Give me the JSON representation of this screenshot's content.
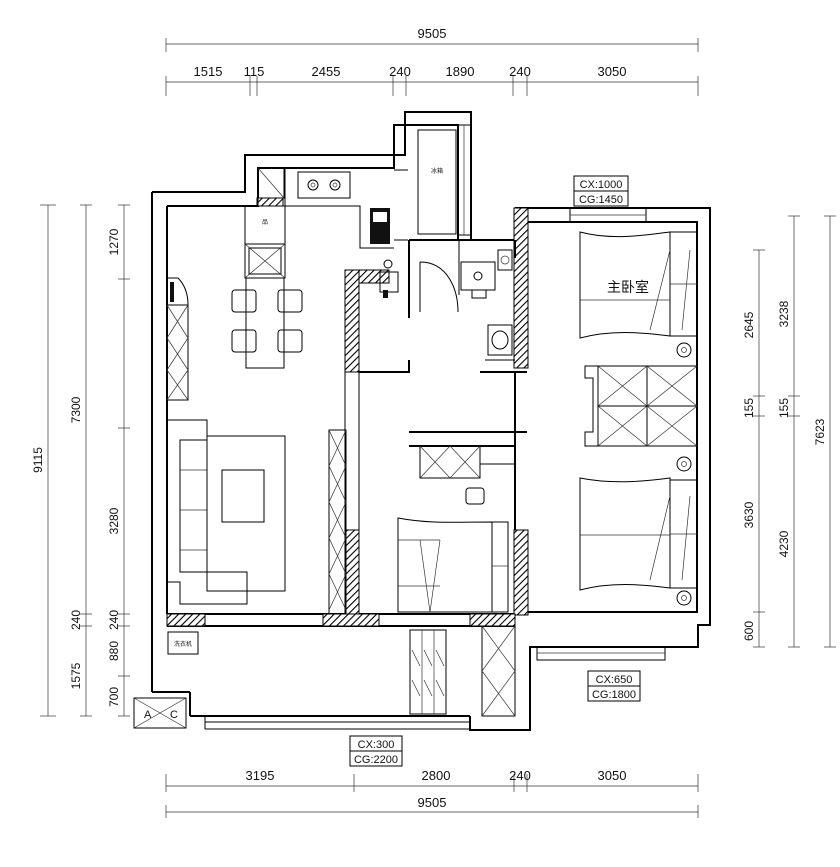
{
  "dimensions": {
    "top_total": "9505",
    "top_segments": [
      "1515",
      "115",
      "2455",
      "240",
      "1890",
      "240",
      "3050"
    ],
    "bottom_segments": [
      "3195",
      "2800",
      "240",
      "3050"
    ],
    "bottom_total": "9505",
    "left_outer": "9115",
    "left_mid": "7300",
    "left_inner": [
      "1270",
      "3280",
      "240",
      "240",
      "880",
      "1575",
      "700"
    ],
    "right_inner": [
      "2645",
      "155",
      "3630",
      "600"
    ],
    "right_mid": [
      "3238",
      "155",
      "4230"
    ],
    "right_outer": "7623"
  },
  "rooms": {
    "master_bedroom": "主卧室",
    "washer": "洗衣机",
    "fridge": "冰箱"
  },
  "window_tags": {
    "master_top": [
      "CX:1000",
      "CG:1450"
    ],
    "master_bottom": [
      "CX:650",
      "CG:1800"
    ],
    "balcony": [
      "CX:300",
      "CG:2200"
    ]
  },
  "ac_unit": [
    "A",
    "C"
  ]
}
